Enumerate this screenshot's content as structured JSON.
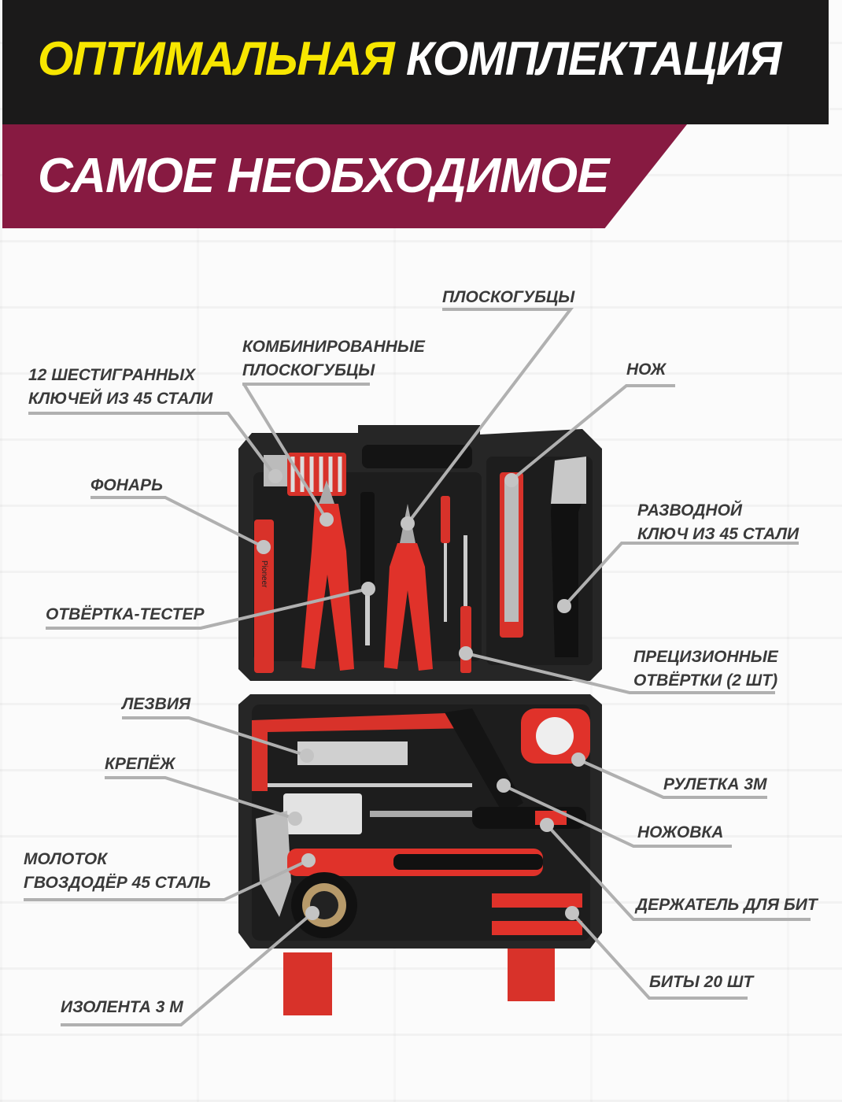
{
  "header": {
    "title_highlight": "ОПТИМАЛЬНАЯ",
    "title_rest": "КОМПЛЕКТАЦИЯ",
    "subtitle": "САМОЕ НЕОБХОДИМОЕ"
  },
  "colors": {
    "black_band": "#1b1a1a",
    "maroon_band": "#871a41",
    "yellow": "#f7e600",
    "tool_red": "#e0322a",
    "case": "#2a2a2a"
  },
  "brand": "Pioneer",
  "labels": {
    "hex_keys": [
      "12 ШЕСТИГРАННЫХ",
      "КЛЮЧЕЙ ИЗ 45 СТАЛИ"
    ],
    "combo_pliers": [
      "КОМБИНИРОВАННЫЕ",
      "ПЛОСКОГУБЦЫ"
    ],
    "pliers": "ПЛОСКОГУБЦЫ",
    "knife": "НОЖ",
    "flashlight": "ФОНАРЬ",
    "adjustable_wrench": [
      "РАЗВОДНОЙ",
      "КЛЮЧ  ИЗ 45 СТАЛИ"
    ],
    "tester_screwdriver": "ОТВЁРТКА-ТЕСТЕР",
    "precision_screwdrivers": [
      "ПРЕЦИЗИОННЫЕ",
      "ОТВЁРТКИ (2 ШТ)"
    ],
    "blades": "ЛЕЗВИЯ",
    "fasteners": "КРЕПЁЖ",
    "hammer": [
      "МОЛОТОК",
      "ГВОЗДОДЁР 45 СТАЛЬ"
    ],
    "tape": "ИЗОЛЕНТА 3 М",
    "tape_measure": "РУЛЕТКА 3М",
    "hacksaw": "НОЖОВКА",
    "bit_holder": "ДЕРЖАТЕЛЬ ДЛЯ БИТ",
    "bits": "БИТЫ 20 ШТ"
  }
}
